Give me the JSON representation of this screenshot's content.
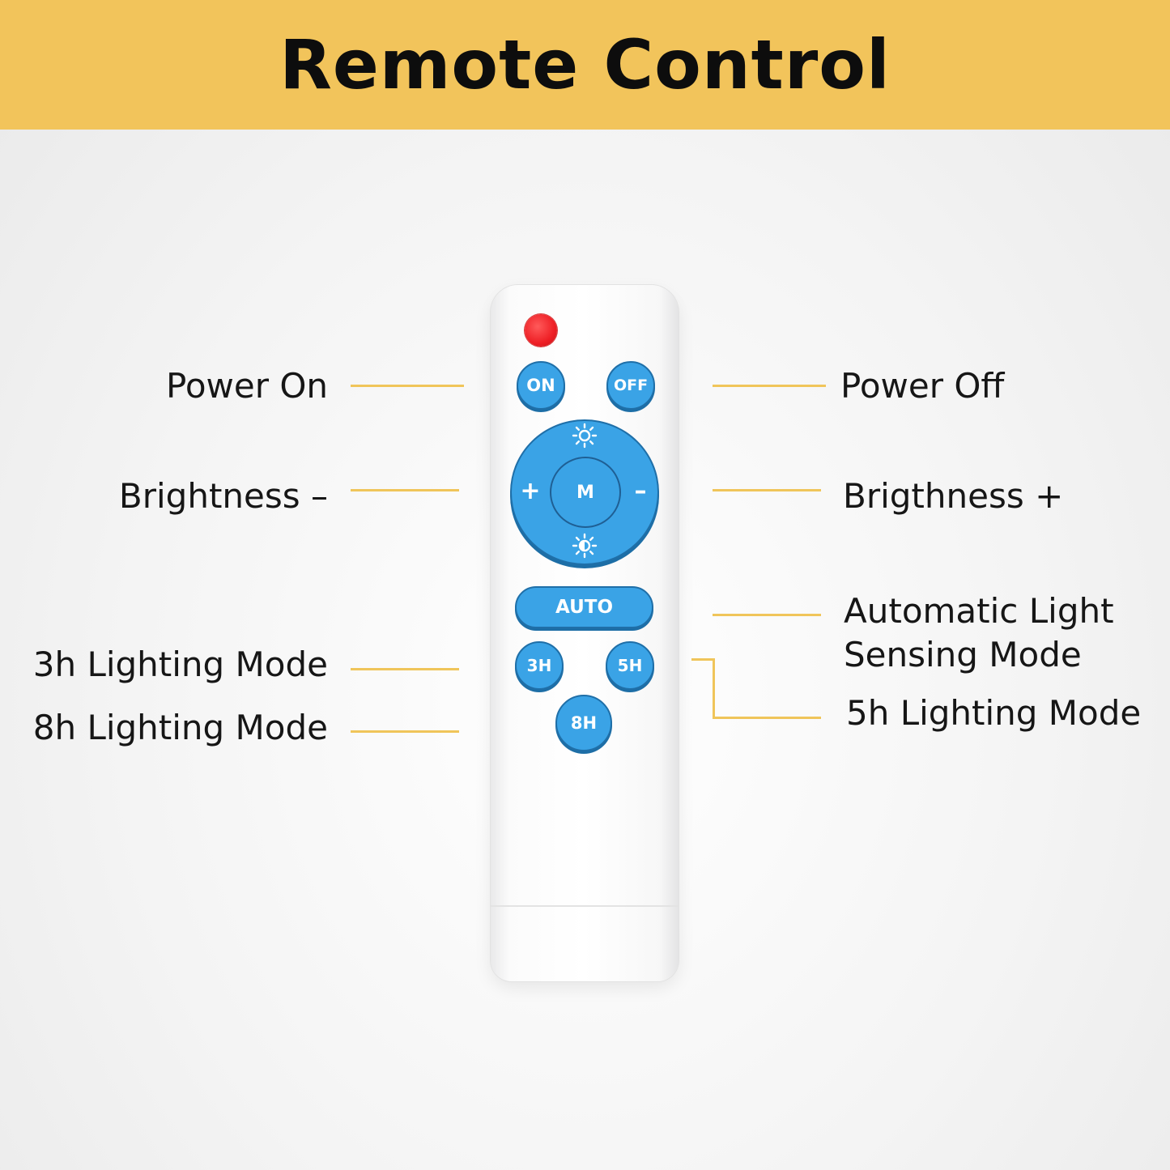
{
  "header": {
    "title": "Remote Control",
    "background_color": "#f2c45b"
  },
  "labels": {
    "power_on": "Power On",
    "power_off": "Power Off",
    "brightness_minus": "Brightness –",
    "brightness_plus": "Brigthness +",
    "auto_line1": "Automatic Light",
    "auto_line2": "Sensing Mode",
    "mode_3h": "3h Lighting Mode",
    "mode_5h": "5h Lighting Mode",
    "mode_8h": "8h Lighting Mode"
  },
  "remote": {
    "buttons": {
      "on": "ON",
      "off": "OFF",
      "center": "M",
      "plus": "+",
      "minus": "–",
      "auto": "AUTO",
      "h3": "3H",
      "h5": "5H",
      "h8": "8H"
    },
    "button_color": "#3aa3e6",
    "led_color": "#ee1f25"
  },
  "leader_line_color": "#f0c55a"
}
